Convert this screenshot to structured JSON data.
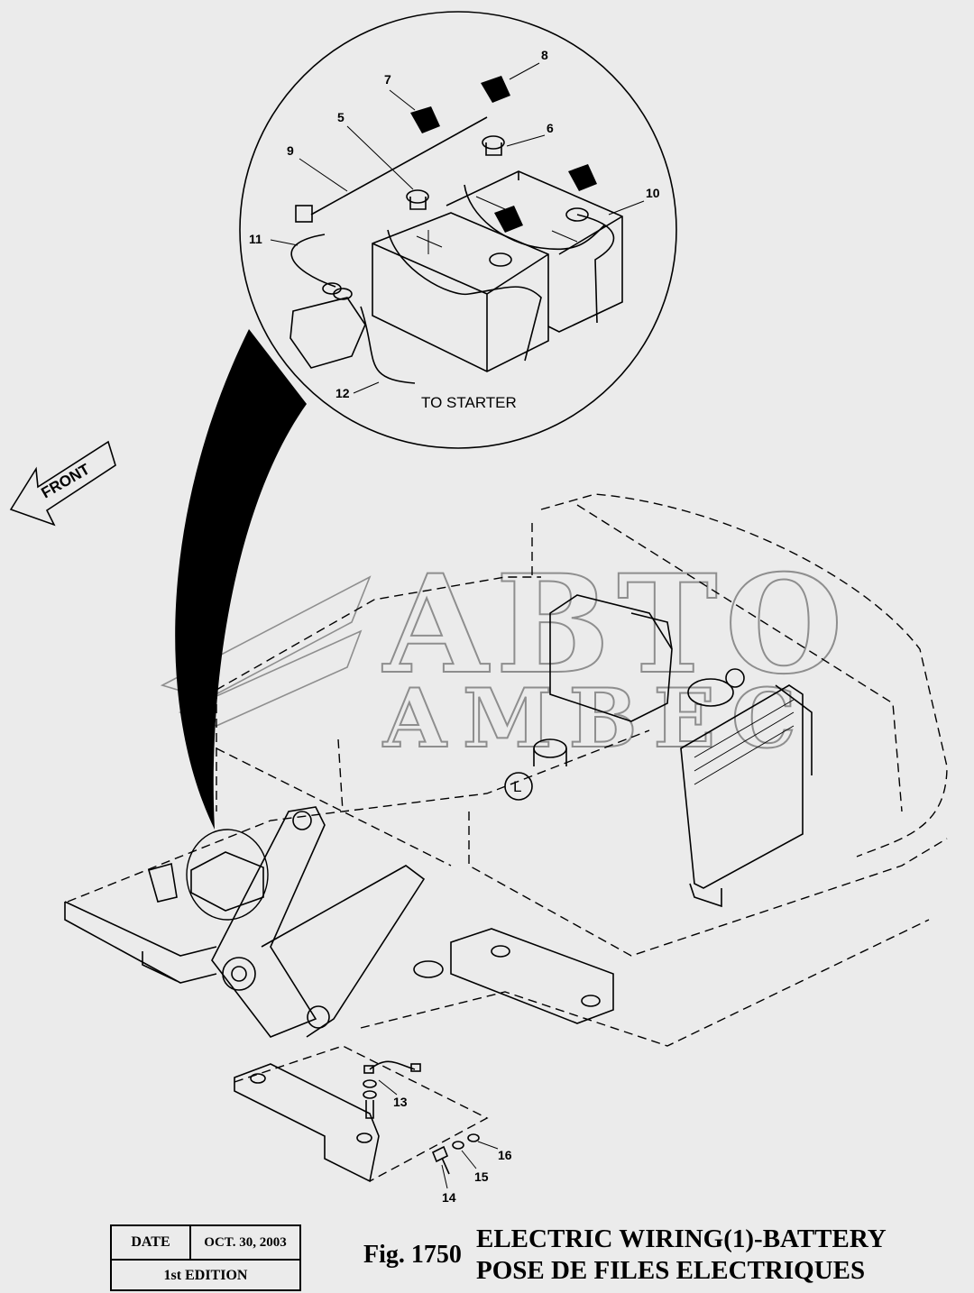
{
  "callouts": [
    "5",
    "6",
    "7",
    "8",
    "9",
    "10",
    "11",
    "12",
    "13",
    "14",
    "15",
    "16"
  ],
  "to_starter_label": "TO STARTER",
  "front_label": "FRONT",
  "circle_marker": "L",
  "watermark": {
    "line1": "ABTO",
    "line2": "AMBEC"
  },
  "title_block": {
    "date_label": "DATE",
    "date_value": "OCT. 30, 2003",
    "edition": "1st EDITION"
  },
  "figure": {
    "number": "Fig. 1750",
    "title_en": "ELECTRIC WIRING(1)-BATTERY",
    "title_fr": "POSE DE FILES ELECTRIQUES"
  }
}
